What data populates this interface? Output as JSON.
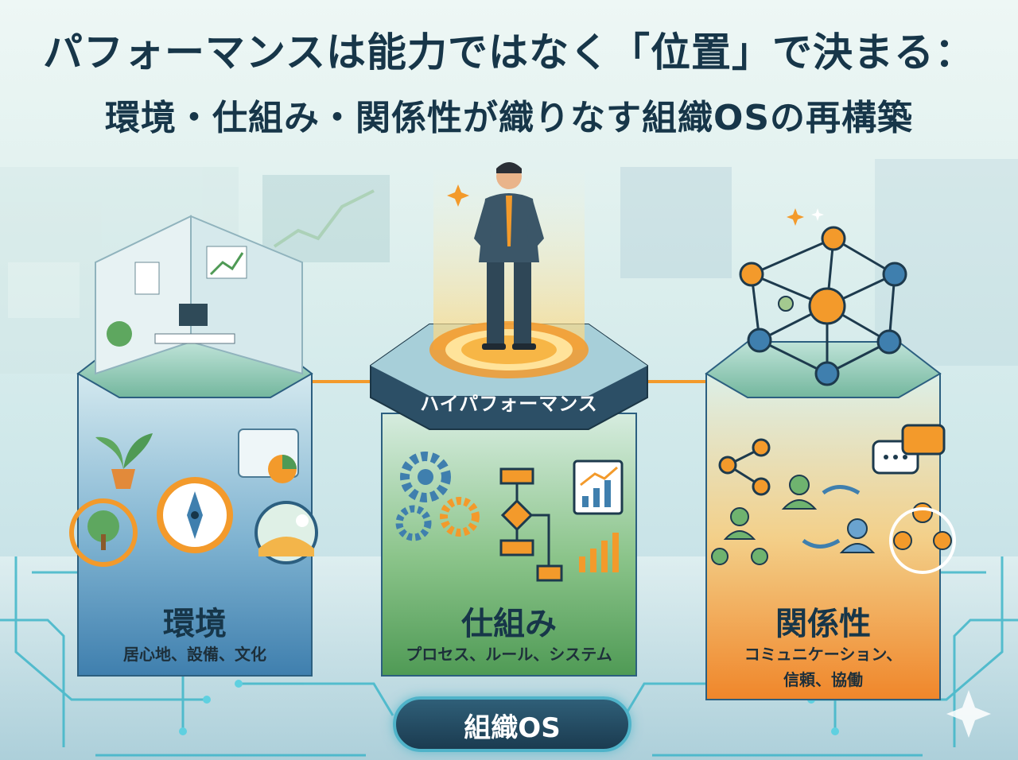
{
  "title": {
    "line1": "パフォーマンスは能力ではなく「位置」で決まる：",
    "line2": "環境・仕組み・関係性が織りなす組織OSの再構築"
  },
  "center": {
    "label": "ハイパフォーマンス"
  },
  "pillars": [
    {
      "title": "環境",
      "subtitle_lines": [
        "居心地、設備、文化"
      ],
      "color": "#3f7fae"
    },
    {
      "title": "仕組み",
      "subtitle_lines": [
        "プロセス、ルール、システム"
      ],
      "color": "#4f9a55"
    },
    {
      "title": "関係性",
      "subtitle_lines": [
        "コミュニケーション、",
        "信頼、協働"
      ],
      "color": "#f0862a"
    }
  ],
  "base": {
    "label": "組織OS"
  },
  "colors": {
    "accent_orange": "#f39a2b",
    "circuit": "#3fb6c9",
    "dark_text": "#173649"
  },
  "icons": [
    "office-room-icon",
    "businessman-icon",
    "network-graph-icon",
    "plant-icon",
    "compass-icon",
    "gear-icon",
    "flowchart-icon",
    "chart-icon",
    "people-icon",
    "chat-bubble-icon",
    "sparkle-icon"
  ]
}
